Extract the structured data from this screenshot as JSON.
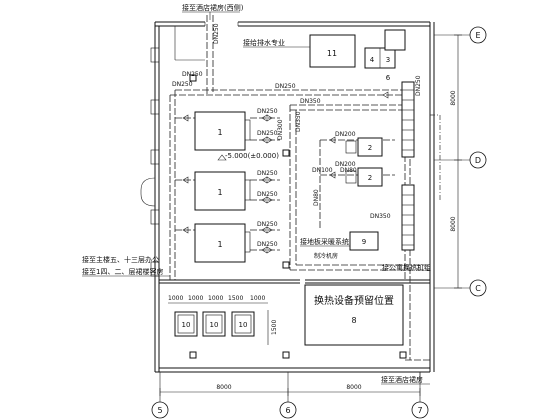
{
  "annotations": {
    "top_left": "接至酒店裙房(西侧)",
    "water_room": "接给排水专业",
    "left_office": "接至主楼五、十三层办公",
    "left_podium": "接至1四、二、层裙楼客房",
    "heat_exchanger": "接公寓换热机组",
    "bottom_right": "接至酒店裙房",
    "floor_radiant": "接地板采暖系统",
    "chiller": "制冷机房",
    "reserved": "换热设备预留位置",
    "elevation": "-5.000(±0.000)"
  },
  "equipment": {
    "e1": "1",
    "e2": "2",
    "e3": "3",
    "e4": "4",
    "e6": "6",
    "e8": "8",
    "e9": "9",
    "e10": "10",
    "e11": "11"
  },
  "pipe_sizes": {
    "dn250": "DN250",
    "dn300": "DN300",
    "dn350": "DN350",
    "dn200": "DN200",
    "dn100": "DN100",
    "dn80": "DN80"
  },
  "dimensions": {
    "d8000": "8000",
    "d1000": "1000",
    "d1500": "1500"
  },
  "grid_labels": {
    "c5": "5",
    "c6": "6",
    "c7": "7",
    "rE": "E",
    "rD": "D",
    "rC": "C"
  }
}
